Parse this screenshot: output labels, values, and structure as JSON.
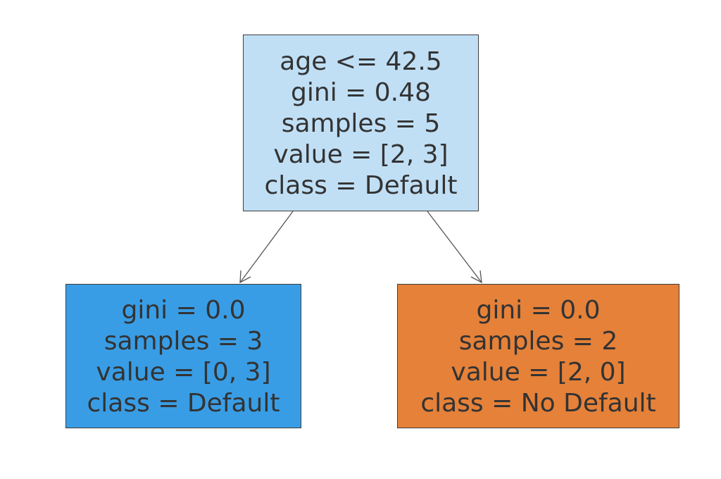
{
  "tree": {
    "root": {
      "lines": [
        "age <= 42.5",
        "gini = 0.48",
        "samples = 5",
        "value = [2, 3]",
        "class = Default"
      ],
      "fill_color": "#c0dff5"
    },
    "left": {
      "lines": [
        "gini = 0.0",
        "samples = 3",
        "value = [0, 3]",
        "class = Default"
      ],
      "fill_color": "#399de5"
    },
    "right": {
      "lines": [
        "gini = 0.0",
        "samples = 2",
        "value = [2, 0]",
        "class = No Default"
      ],
      "fill_color": "#e58139"
    }
  },
  "colors": {
    "text": "#333333",
    "border": "#3d3d3d",
    "edge": "#555555"
  }
}
